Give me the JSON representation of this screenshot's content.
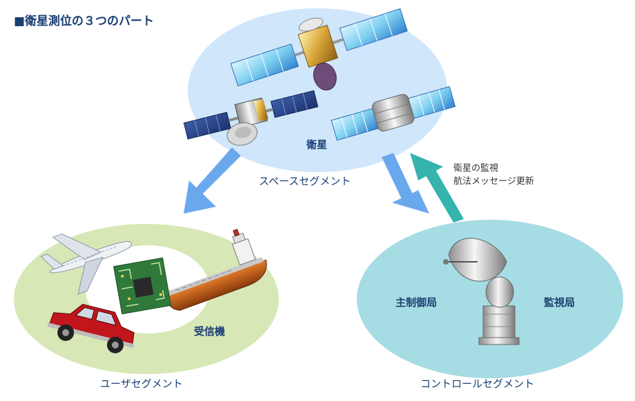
{
  "title": "■衛星測位の３つのパート",
  "space": {
    "segment_label": "スペースセグメント",
    "center_label": "衛星"
  },
  "user": {
    "segment_label": "ユーザセグメント",
    "center_label": "受信機"
  },
  "control": {
    "segment_label": "コントロールセグメント",
    "left_label": "主制御局",
    "right_label": "監視局"
  },
  "uplink_note": {
    "line1": "衛星の監視",
    "line2": "航法メッセージ更新"
  },
  "colors": {
    "space_bg": "#cfe6fb",
    "user_bg": "#d7e8b6",
    "control_bg": "#a6dce3",
    "arrow_blue": "#6aa8ee",
    "arrow_teal": "#35b3ad",
    "text": "#1b3f73"
  },
  "icons": [
    "satellite-icon",
    "airplane-icon",
    "car-icon",
    "circuit-board-icon",
    "ship-icon",
    "dish-antenna-icon"
  ]
}
